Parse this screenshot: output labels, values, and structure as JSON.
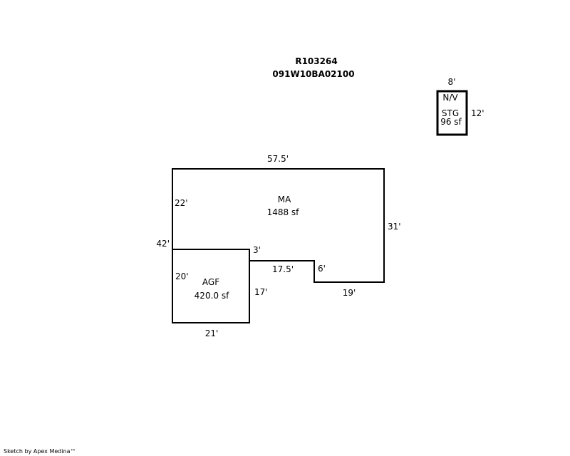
{
  "header": {
    "account": "R103264",
    "parcel": "091W10BA02100"
  },
  "storage": {
    "top_dim": "8'",
    "side_dim": "12'",
    "label_1": "N/V",
    "label_2": "STG",
    "area": "96 sf"
  },
  "main_area": {
    "label": "MA",
    "area": "1488 sf",
    "top_dim": "57.5'",
    "left_upper_dim": "22'",
    "left_total_dim": "42'",
    "right_dim": "31'",
    "step_small_dim": "3'",
    "notch_width_dim": "17.5'",
    "notch_depth_dim": "6'",
    "bottom_right_dim": "19'"
  },
  "garage": {
    "label": "AGF",
    "area": "420.0 sf",
    "left_dim": "20'",
    "right_dim": "17'",
    "bottom_dim": "21'"
  },
  "footer": {
    "credit": "Sketch by Apex Medina™"
  },
  "colors": {
    "line": "#000000",
    "background": "#ffffff"
  }
}
